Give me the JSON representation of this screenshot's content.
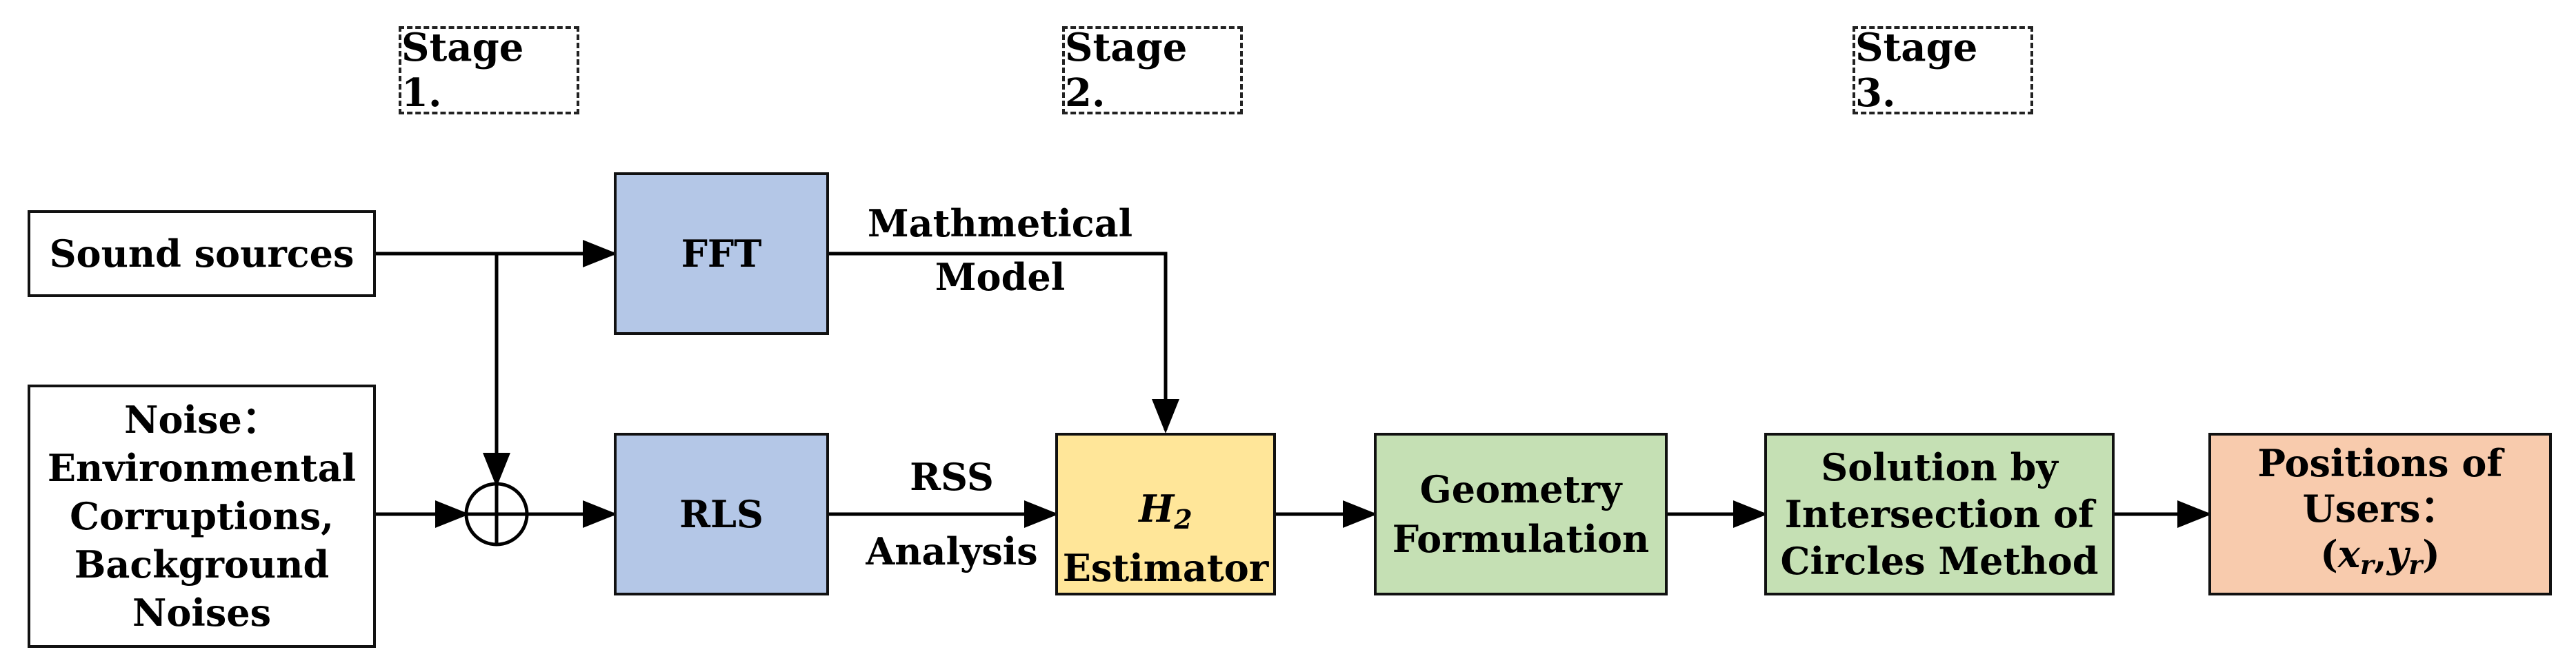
{
  "stages": {
    "stage1": "Stage 1.",
    "stage2": "Stage 2.",
    "stage3": "Stage 3."
  },
  "blocks": {
    "sound_sources": "Sound sources",
    "noise": "Noise：\nEnvironmental\nCorruptions,\nBackground\nNoises",
    "fft": "FFT",
    "rls": "RLS",
    "h2_symbol": "H",
    "h2_subscript": "2",
    "h2_label": "Estimator",
    "geometry": "Geometry\nFormulation",
    "solution": "Solution by\nIntersection of\nCircles Method",
    "positions_title": "Positions of\nUsers：",
    "positions_x": "x",
    "positions_x_sub": "r",
    "positions_sep": ",",
    "positions_y": "y",
    "positions_y_sub": "r",
    "open_paren": "(",
    "close_paren": ")"
  },
  "edge_labels": {
    "math_line1": "Mathmetical",
    "math_line2": "Model",
    "rss_line1": "RSS",
    "rss_line2": "Analysis"
  },
  "colors": {
    "fft_fill": "#b4c7e7",
    "rls_fill": "#b4c7e7",
    "h2_fill": "#ffe699",
    "geometry_fill": "#c5e0b4",
    "solution_fill": "#c5e0b4",
    "positions_fill": "#f8cbad",
    "input_fill": "#ffffff"
  }
}
